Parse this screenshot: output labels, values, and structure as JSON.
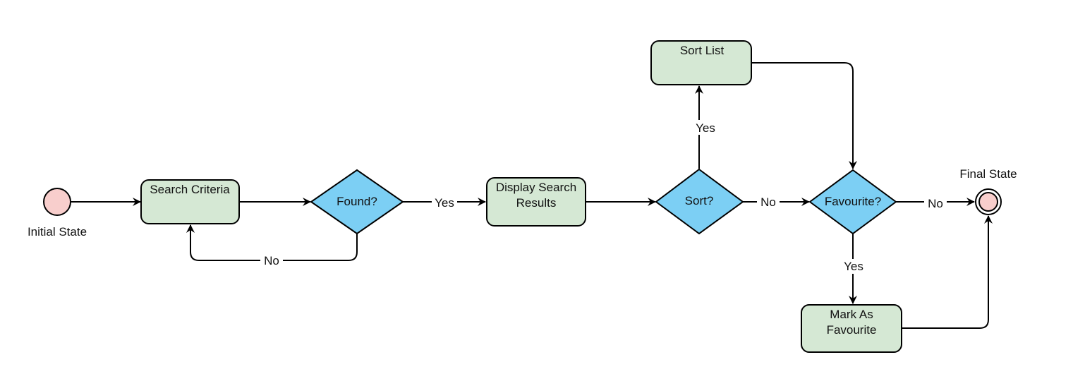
{
  "colors": {
    "action_fill": "#d5e8d4",
    "decision_fill": "#7ccff4",
    "state_fill": "#f8cecc",
    "stroke": "#000000",
    "background": "#ffffff"
  },
  "states": {
    "initial_label": "Initial State",
    "final_label": "Final State"
  },
  "actions": {
    "search_criteria": "Search Criteria",
    "display_results_line1": "Display Search",
    "display_results_line2": "Results",
    "sort_list": "Sort List",
    "mark_favourite_line1": "Mark As",
    "mark_favourite_line2": "Favourite"
  },
  "decisions": {
    "found": "Found?",
    "sort": "Sort?",
    "favourite": "Favourite?"
  },
  "edge_labels": {
    "found_yes": "Yes",
    "found_no": "No",
    "sort_yes": "Yes",
    "sort_no": "No",
    "favourite_yes": "Yes",
    "favourite_no": "No"
  }
}
